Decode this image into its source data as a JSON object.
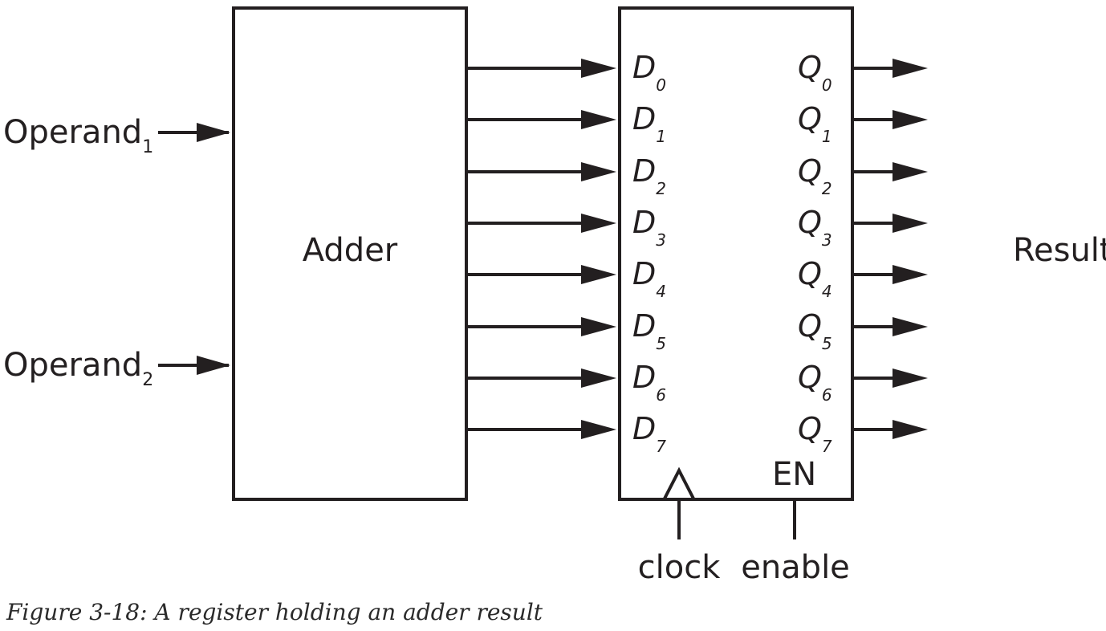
{
  "inputs": {
    "operand1": {
      "base": "Operand",
      "sub": "1"
    },
    "operand2": {
      "base": "Operand",
      "sub": "2"
    }
  },
  "adder": {
    "label": "Adder"
  },
  "register": {
    "d_prefix": "D",
    "q_prefix": "Q",
    "bits": [
      "0",
      "1",
      "2",
      "3",
      "4",
      "5",
      "6",
      "7"
    ],
    "enable_pin_label": "EN"
  },
  "control": {
    "clock_label": "clock",
    "enable_label": "enable"
  },
  "output": {
    "label": "Result"
  },
  "caption": "Figure 3-18: A register holding an adder result"
}
